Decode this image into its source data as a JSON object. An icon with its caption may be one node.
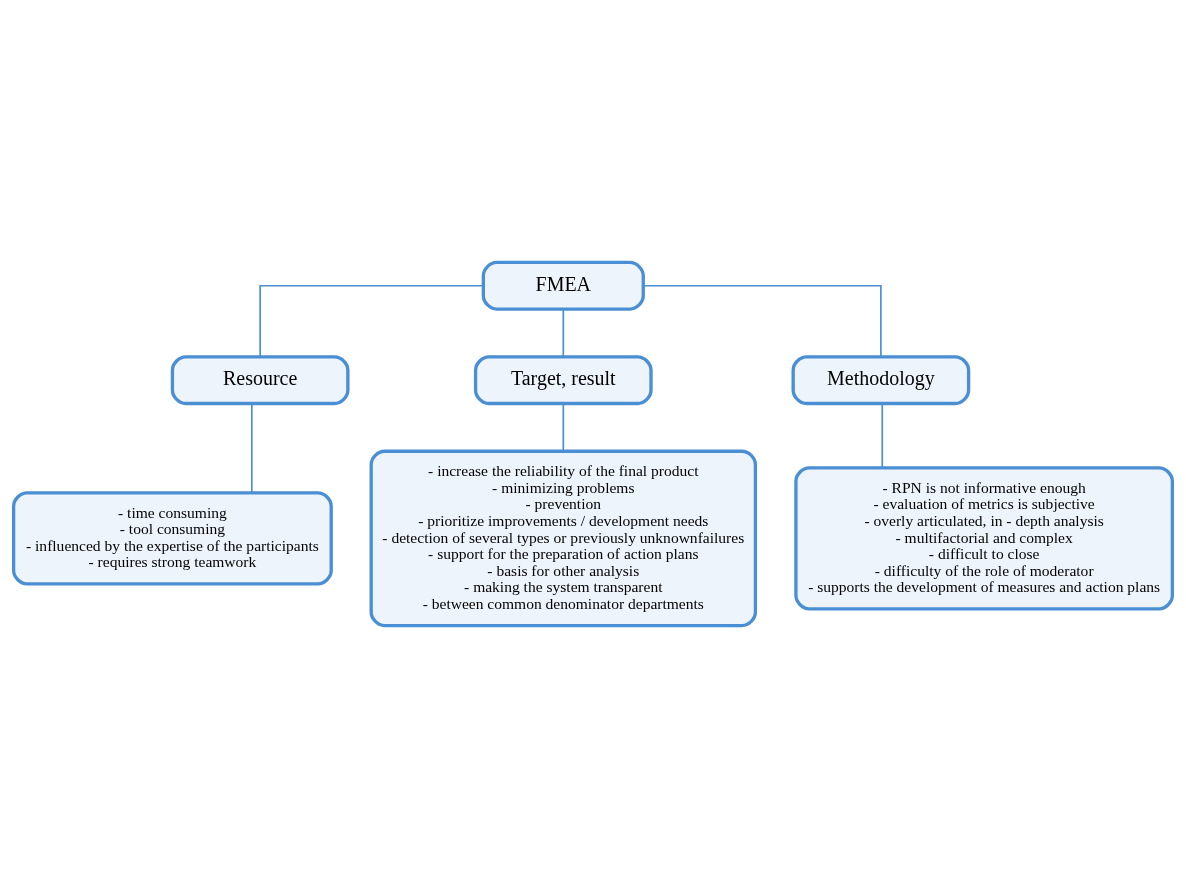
{
  "diagram": {
    "nodes": [
      {
        "text": [
          "FMEA"
        ]
      },
      {
        "text": [
          "Resource"
        ]
      },
      {
        "text": [
          "Target, result"
        ]
      },
      {
        "text": [
          "Methodology"
        ]
      },
      {
        "text": [
          "- time consuming",
          "- tool consuming",
          "- influenced by the expertise of the participants",
          "- requires strong teamwork"
        ]
      },
      {
        "text": [
          "- increase the reliability of the final product",
          "- minimizing problems",
          "- prevention",
          "- prioritize improvements / development needs",
          "- detection of several types or previously unknownfailures",
          "- support for the preparation of action plans",
          "- basis for other analysis",
          "- making the system transparent",
          "- between common denominator departments"
        ]
      },
      {
        "text": [
          "- RPN is not informative enough",
          "- evaluation of metrics is subjective",
          "- overly articulated, in - depth analysis",
          "- multifactorial and complex",
          "- difficult to close",
          "- difficulty of the role of moderator",
          "- supports the development of measures and action plans"
        ]
      }
    ],
    "edges": [
      {
        "from": 0,
        "to": 1,
        "arrow": "none"
      },
      {
        "from": 0,
        "to": 2,
        "arrow": "none"
      },
      {
        "from": 0,
        "to": 3,
        "arrow": "none"
      },
      {
        "from": 1,
        "to": 4,
        "arrow": "none"
      },
      {
        "from": 2,
        "to": 5,
        "arrow": "none"
      },
      {
        "from": 3,
        "to": 6,
        "arrow": "none"
      }
    ]
  }
}
